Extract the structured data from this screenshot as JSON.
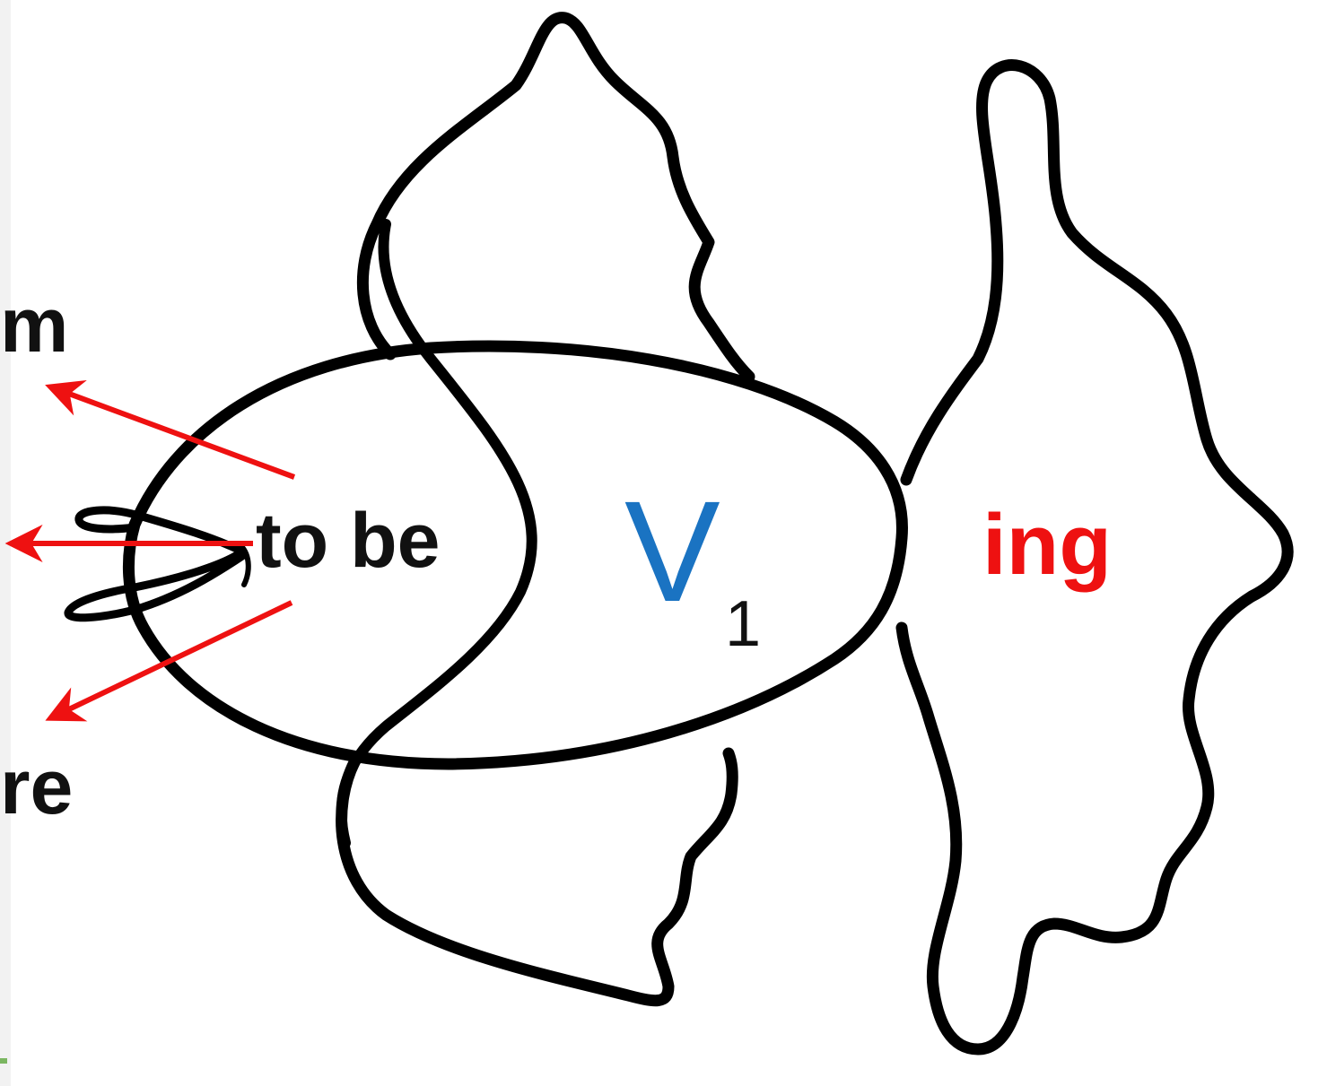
{
  "labels": {
    "am": "m",
    "are": "re",
    "to_be": "to be",
    "verb": "V",
    "verb_subscript": "1",
    "suffix": "ing"
  },
  "colors": {
    "outline": "#000000",
    "arrow": "#ee1111",
    "verb": "#1a73c2",
    "suffix": "#ee1111",
    "text": "#111111"
  },
  "icons": {
    "fish": "fish-outline-icon",
    "arrow": "red-arrow-icon"
  }
}
